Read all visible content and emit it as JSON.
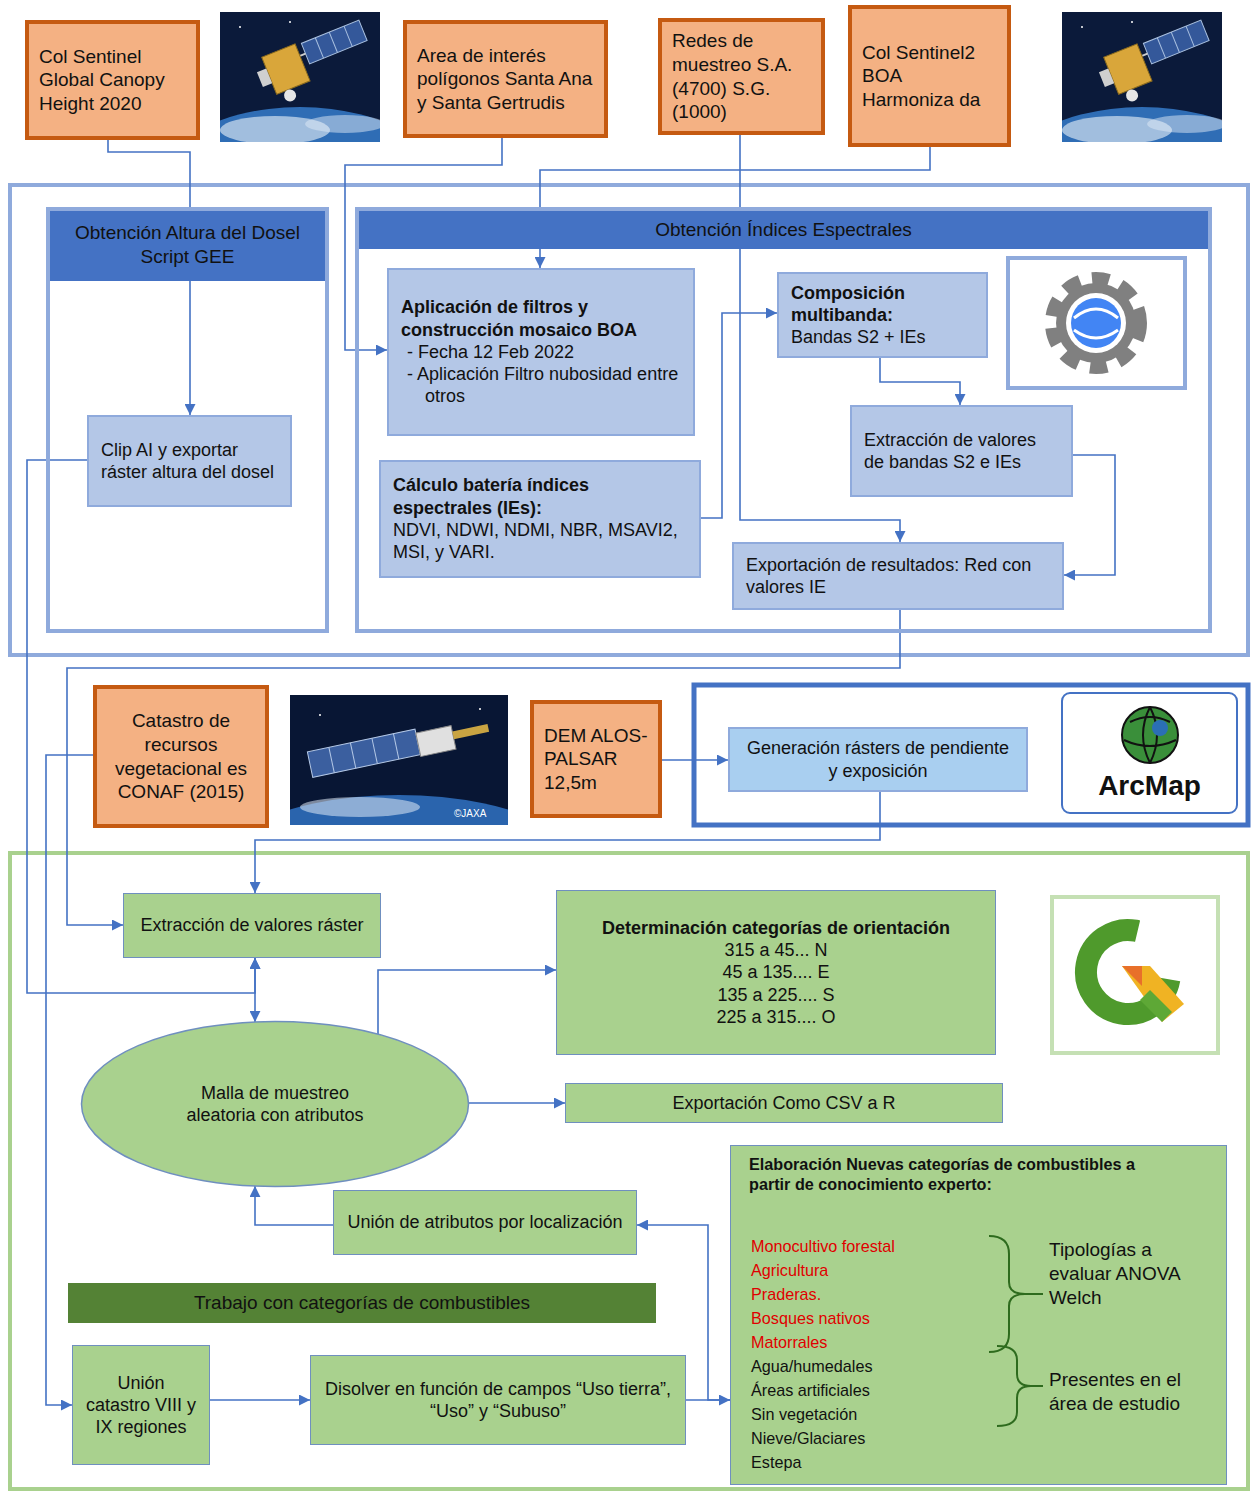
{
  "diagram": {
    "nodes": [
      {
        "text": [
          "Col Sentinel Global Canopy Height 2020"
        ]
      },
      {
        "text": [
          "Area de interés polígonos Santa Ana y Santa Gertrudis"
        ]
      },
      {
        "text": [
          "Redes de muestreo S.A. (4700) S.G. (1000)"
        ]
      },
      {
        "text": [
          "Col Sentinel2 BOA Harmoniza da"
        ]
      },
      {
        "text": [
          "Obtención Altura del Dosel Script GEE"
        ]
      },
      {
        "text": [
          "Clip AI y exportar ráster altura del dosel"
        ],
        "in": 4
      },
      {
        "text": [
          "Obtención Índices Espectrales"
        ]
      },
      {
        "text": [
          "Aplicación de filtros y construcción mosaico BOA",
          "- Fecha 12 Feb 2022",
          "- Aplicación Filtro nubosidad entre otros"
        ],
        "in": 6
      },
      {
        "text": [
          "Cálculo batería índices espectrales (IEs):",
          "NDVI, NDWI, NDMI, NBR, MSAVI2, MSI, y VARI."
        ],
        "in": 6
      },
      {
        "text": [
          "Composición multibanda:",
          "Bandas S2 + IEs"
        ],
        "in": 6
      },
      {
        "text": [
          "Extracción de valores de bandas S2 e IEs"
        ],
        "in": 6
      },
      {
        "text": [
          "Exportación de resultados: Red con valores IE"
        ],
        "in": 6
      },
      {
        "text": [
          "Catastro de recursos vegetacional es CONAF (2015)"
        ]
      },
      {
        "text": [
          "DEM ALOS-PALSAR 12,5m"
        ]
      },
      {
        "text": [
          "Generación rásters de pendiente y exposición"
        ]
      },
      {
        "text": [
          "Extracción de valores ráster"
        ]
      },
      {
        "text": [
          "Determinación categorías de orientación",
          "315 a 45... N",
          "45 a 135.... E",
          "135 a 225.... S",
          "225 a 315.... O"
        ]
      },
      {
        "text": [
          "Malla de muestreo aleatoria con atributos"
        ]
      },
      {
        "text": [
          "Exportación Como CSV a R"
        ]
      },
      {
        "text": [
          "Elaboración Nuevas categorías de combustibles a partir de conocimiento experto:",
          "Monocultivo forestal",
          "Agricultura",
          "Praderas.",
          "Bosques nativos",
          "Matorrales",
          "Agua/humedales",
          "Áreas artificiales",
          "Sin vegetación",
          "Nieve/Glaciares",
          "Estepa",
          "Tipologías a evaluar ANOVA Welch",
          "Presentes en el área de estudio"
        ]
      },
      {
        "text": [
          "Unión de atributos por localización"
        ]
      },
      {
        "text": [
          "Trabajo con categorías de combustibles"
        ]
      },
      {
        "text": [
          "Unión catastro VIII y IX regiones"
        ]
      },
      {
        "text": [
          "Disolver en función de campos “Uso tierra”, “Uso” y “Subuso”"
        ]
      }
    ],
    "edges": [
      {
        "from": 0,
        "to": 5,
        "arrow": "to"
      },
      {
        "from": 1,
        "to": 7,
        "arrow": "to"
      },
      {
        "from": 3,
        "to": 7,
        "arrow": "to"
      },
      {
        "from": 2,
        "to": 11,
        "arrow": "to"
      },
      {
        "from": 8,
        "to": 9,
        "arrow": "to"
      },
      {
        "from": 9,
        "to": 10,
        "arrow": "to"
      },
      {
        "from": 10,
        "to": 11,
        "arrow": "to"
      },
      {
        "from": 11,
        "to": 15,
        "arrow": "to"
      },
      {
        "from": 5,
        "to": 15,
        "arrow": "to"
      },
      {
        "from": 15,
        "to": 17,
        "arrow": "both"
      },
      {
        "from": 12,
        "to": 22,
        "arrow": "to"
      },
      {
        "from": 13,
        "to": 14,
        "arrow": "to"
      },
      {
        "from": 14,
        "to": 15,
        "arrow": "to"
      },
      {
        "from": 17,
        "to": 16,
        "arrow": "to"
      },
      {
        "from": 17,
        "to": 18,
        "arrow": "to"
      },
      {
        "from": 20,
        "to": 17,
        "arrow": "to"
      },
      {
        "from": 19,
        "to": 20,
        "arrow": "to"
      },
      {
        "from": 23,
        "to": 19,
        "arrow": "to"
      },
      {
        "from": 22,
        "to": 23,
        "arrow": "to"
      }
    ],
    "labels": [
      "©JAXA",
      "ArcMap"
    ]
  }
}
